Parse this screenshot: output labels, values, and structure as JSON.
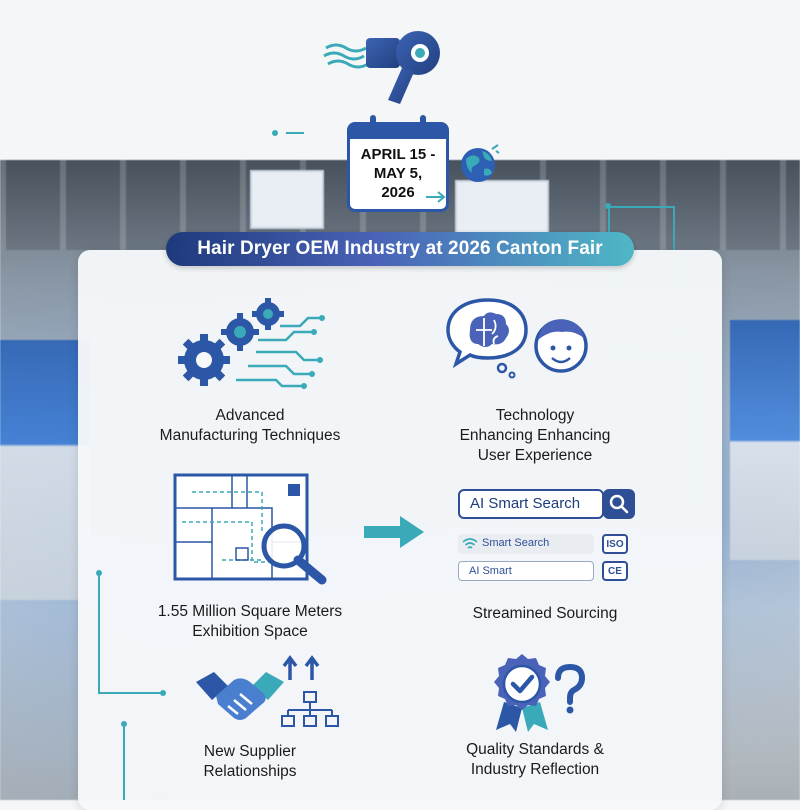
{
  "title": "Hair Dryer OEM Industry at 2026 Canton Fair",
  "calendar": {
    "line1": "APRIL 15 -",
    "line2": "MAY 5,",
    "line3": "2026"
  },
  "features": {
    "manufacturing": {
      "line1": "Advanced",
      "line2": "Manufacturing Techniques"
    },
    "technology": {
      "line1": "Technology",
      "line2": "Enhancing Enhancing",
      "line3": "User Experience"
    },
    "space": {
      "line1": "1.55 Million Square Meters",
      "line2": "Exhibition Space"
    },
    "sourcing": {
      "line1": "Streamined Sourcing"
    },
    "supplier": {
      "line1": "New Supplier",
      "line2": "Relationships"
    },
    "quality": {
      "line1": "Quality Standards &",
      "line2": "Industry Reflection"
    }
  },
  "search": {
    "main_placeholder": "AI Smart Search",
    "row1_text": "Smart Search",
    "row2_text": "AI Smart",
    "badge_iso": "ISO",
    "badge_ce": "CE"
  },
  "icons": [
    "hair-dryer-icon",
    "calendar-icon",
    "globe-icon",
    "gears-circuit-icon",
    "brain-bubble-icon",
    "person-face-icon",
    "floor-plan-magnifier-icon",
    "arrow-right-icon",
    "search-icon",
    "wifi-icon",
    "handshake-icon",
    "org-chart-icon",
    "quality-badge-icon",
    "question-mark-icon"
  ],
  "colors": {
    "primary": "#2c57a6",
    "accent": "#3aa9b8",
    "dark": "#1e3a7b"
  }
}
